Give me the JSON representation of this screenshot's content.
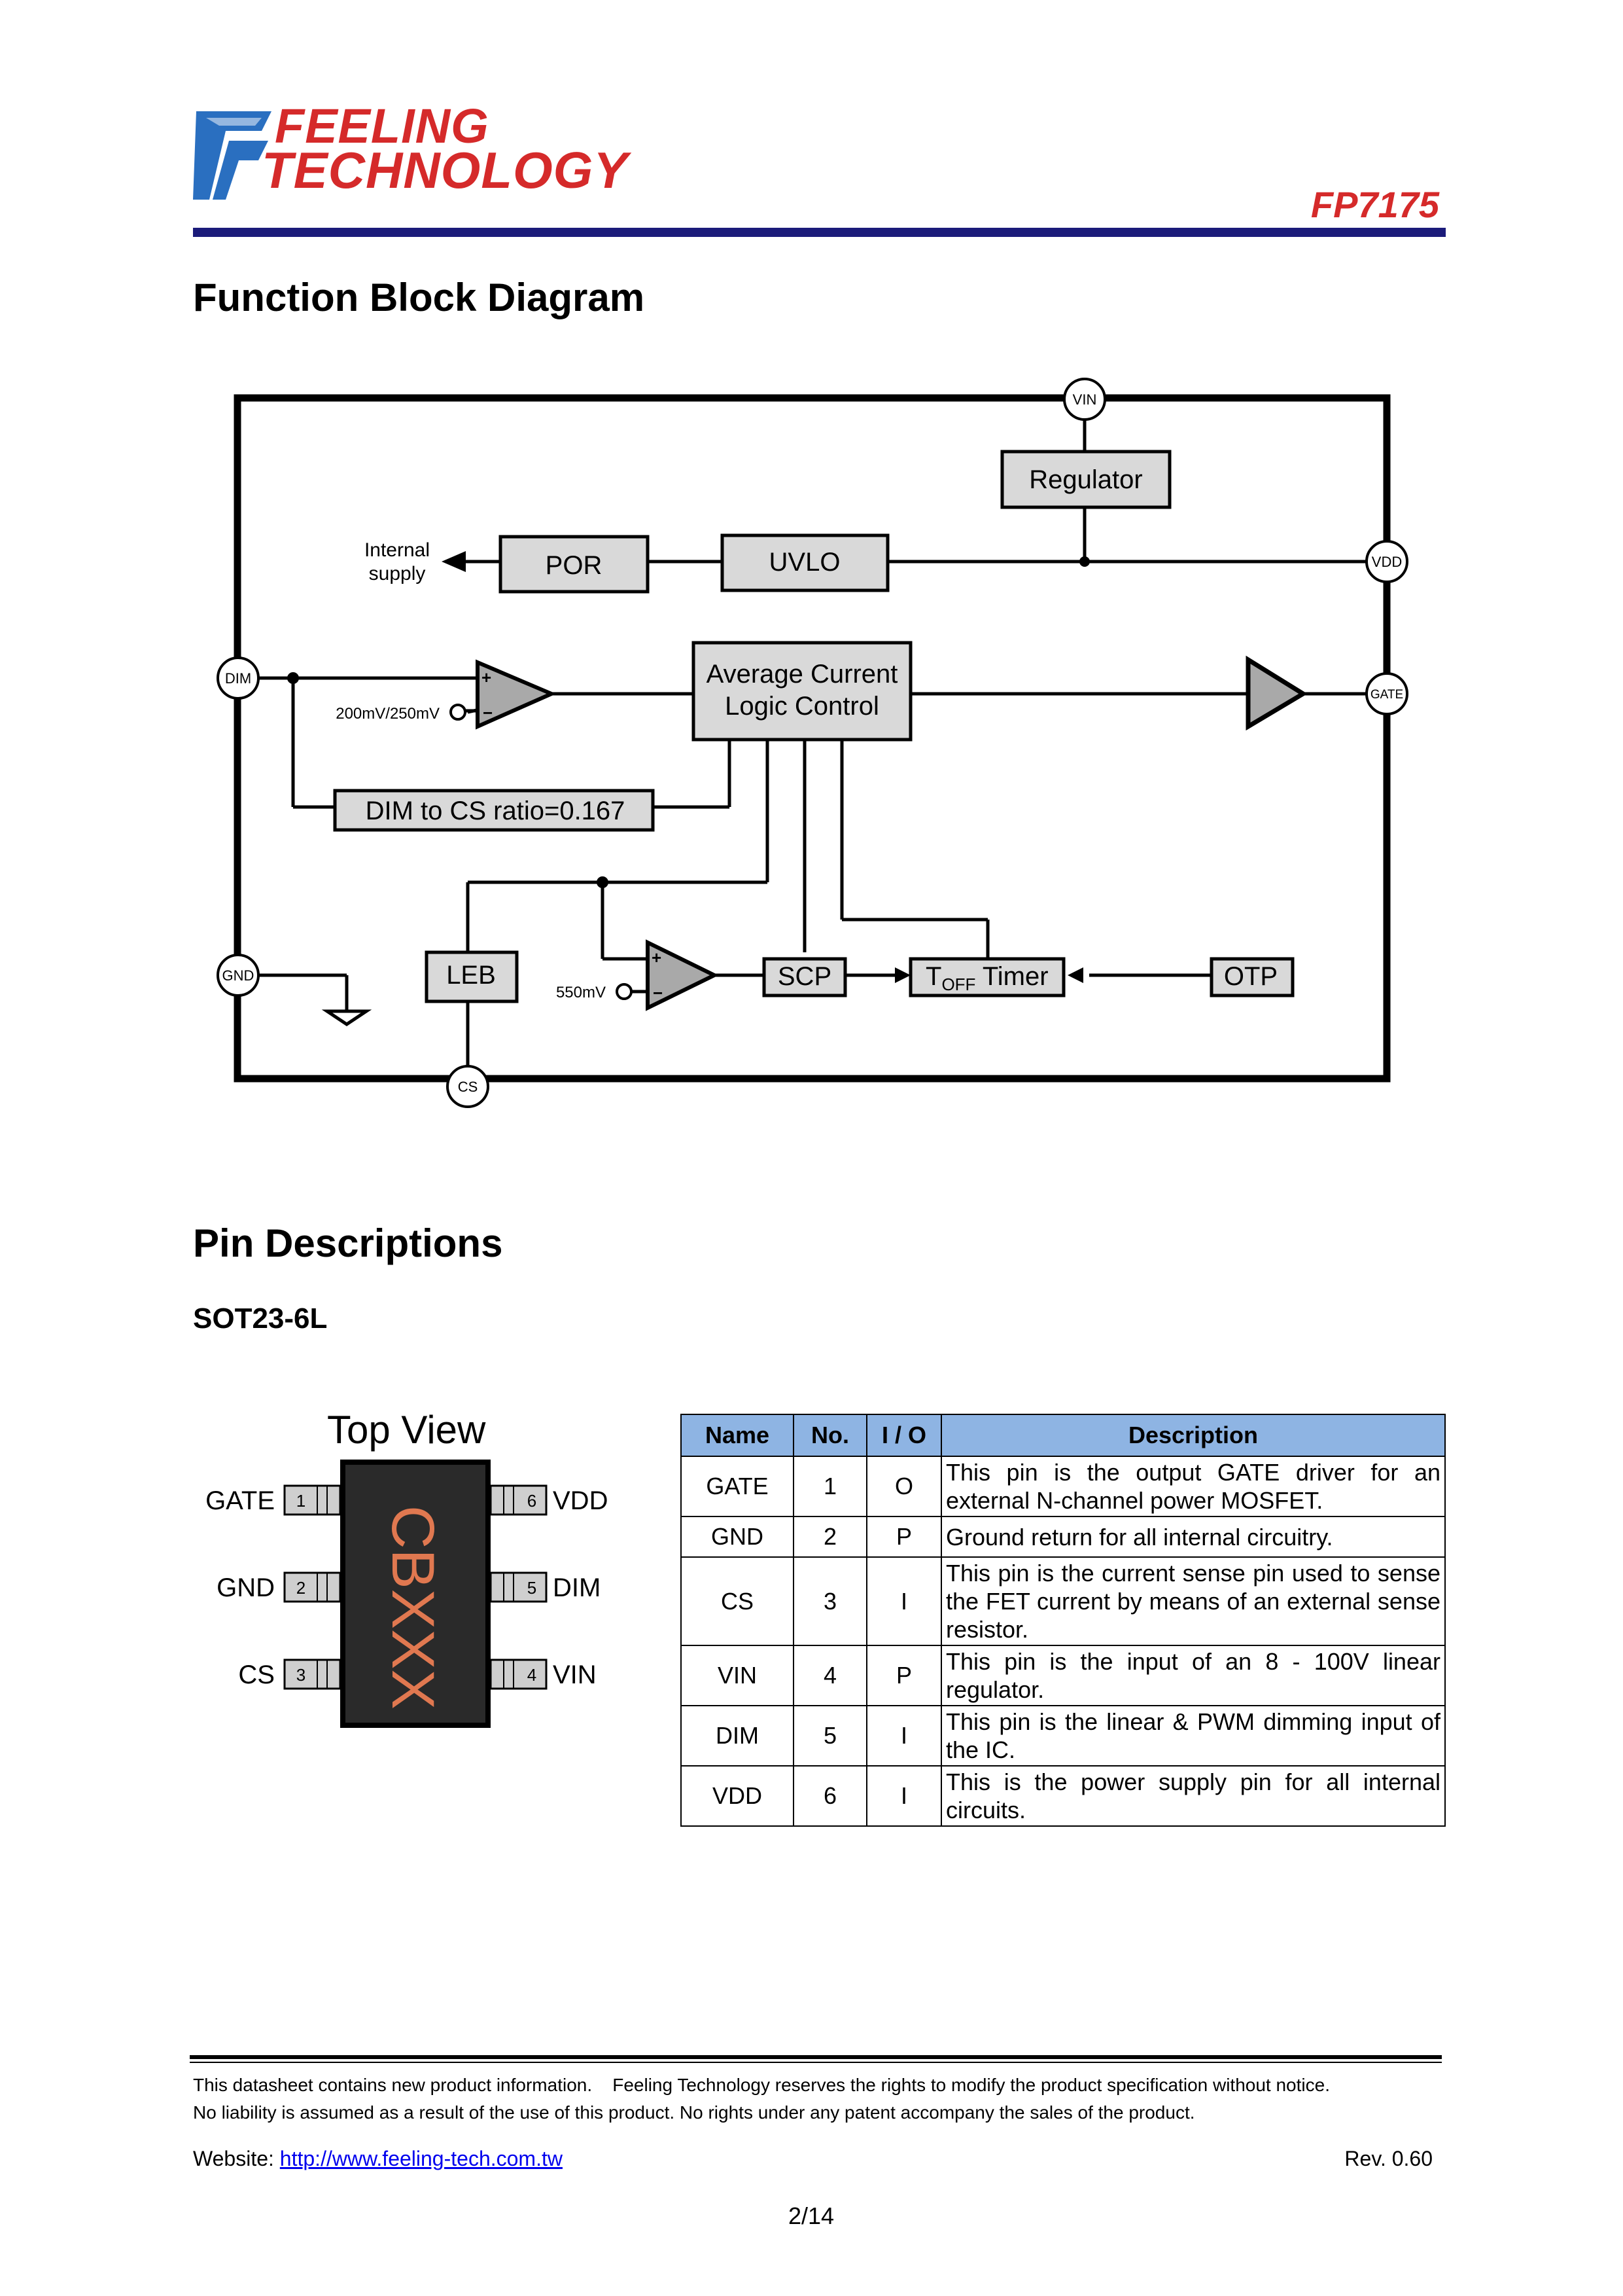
{
  "header": {
    "logo_line1": "FEELING",
    "logo_line2": "TECHNOLOGY",
    "part_number": "FP7175",
    "brand_color": "#d52a2a",
    "rule_color": "#1b1b7a"
  },
  "sections": {
    "block_diagram_title": "Function Block Diagram",
    "pin_descriptions_title": "Pin Descriptions",
    "package": "SOT23-6L"
  },
  "diagram": {
    "pins": {
      "vin": "VIN",
      "vdd": "VDD",
      "gate": "GATE",
      "dim": "DIM",
      "gnd": "GND",
      "cs": "CS"
    },
    "blocks": {
      "regulator": "Regulator",
      "por": "POR",
      "uvlo": "UVLO",
      "avg_line1": "Average Current",
      "avg_line2": "Logic Control",
      "dim_to_cs": "DIM to CS ratio=0.167",
      "leb": "LEB",
      "scp": "SCP",
      "toff_t": "T",
      "toff_sub": "OFF",
      "toff_rest": " Timer",
      "otp": "OTP"
    },
    "labels": {
      "internal": "Internal",
      "supply": "supply",
      "dim_ref": "200mV/250mV",
      "cs_ref": "550mV",
      "plus": "+",
      "minus": "−"
    }
  },
  "package_view": {
    "title": "Top View",
    "marking": "CBXXX",
    "left_pins": [
      {
        "name": "GATE",
        "num": "1"
      },
      {
        "name": "GND",
        "num": "2"
      },
      {
        "name": "CS",
        "num": "3"
      }
    ],
    "right_pins": [
      {
        "name": "VDD",
        "num": "6"
      },
      {
        "name": "DIM",
        "num": "5"
      },
      {
        "name": "VIN",
        "num": "4"
      }
    ]
  },
  "pin_table": {
    "headers": [
      "Name",
      "No.",
      "I / O",
      "Description"
    ],
    "rows": [
      {
        "name": "GATE",
        "no": "1",
        "io": "O",
        "desc": "This pin is the output GATE driver for an external N-channel power MOSFET."
      },
      {
        "name": "GND",
        "no": "2",
        "io": "P",
        "desc": "Ground return for all internal circuitry."
      },
      {
        "name": "CS",
        "no": "3",
        "io": "I",
        "desc": "This pin is the current sense pin used to sense the FET current by means of an external sense resistor."
      },
      {
        "name": "VIN",
        "no": "4",
        "io": "P",
        "desc": "This pin is the input of an 8 - 100V linear regulator."
      },
      {
        "name": "DIM",
        "no": "5",
        "io": "I",
        "desc": "This pin is the linear & PWM dimming input of the IC."
      },
      {
        "name": "VDD",
        "no": "6",
        "io": "I",
        "desc": "This is the power supply pin for all internal circuits."
      }
    ]
  },
  "footer": {
    "line1": "This datasheet contains new product information.    Feeling Technology reserves the rights to modify the product specification without notice.",
    "line2": "No liability is assumed as a result of the use of this product. No rights under any patent accompany the sales of the product.",
    "website_label": "Website: ",
    "website_url": "http://www.feeling-tech.com.tw",
    "revision": "Rev. 0.60",
    "page": "2/14"
  }
}
